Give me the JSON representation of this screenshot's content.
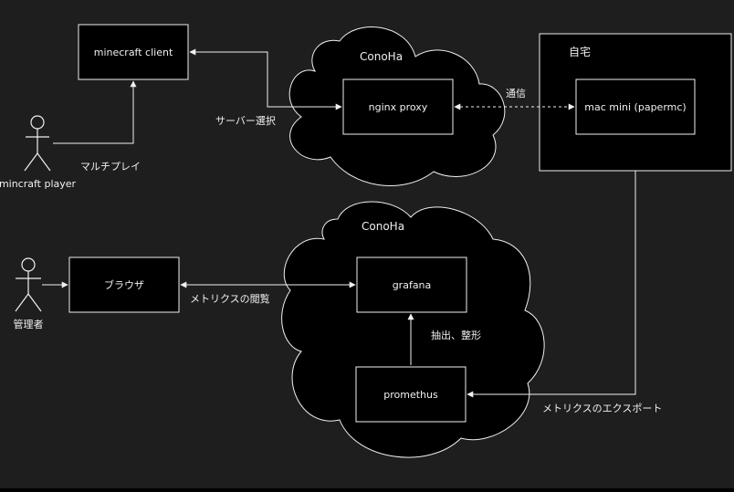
{
  "colors": {
    "background": "#1e1e1e",
    "shape_fill": "#000000",
    "stroke": "#f0f0f0",
    "text": "#f0f0f0"
  },
  "groups": {
    "cloud_top_label": "ConoHa",
    "cloud_bottom_label": "ConoHa",
    "home_label": "自宅"
  },
  "nodes": {
    "minecraft_client": "minecraft client",
    "nginx_proxy": "nginx proxy",
    "mac_mini": "mac mini (papermc)",
    "browser": "ブラウザ",
    "grafana": "grafana",
    "prometheus": "promethus"
  },
  "actors": {
    "player": "mincraft player",
    "admin": "管理者"
  },
  "edges": {
    "server_select": "サーバー選択",
    "multiplay": "マルチプレイ",
    "communication": "通信",
    "metrics_view": "メトリクスの閲覧",
    "extract_format": "抽出、整形",
    "metrics_export": "メトリクスのエクスポート"
  }
}
